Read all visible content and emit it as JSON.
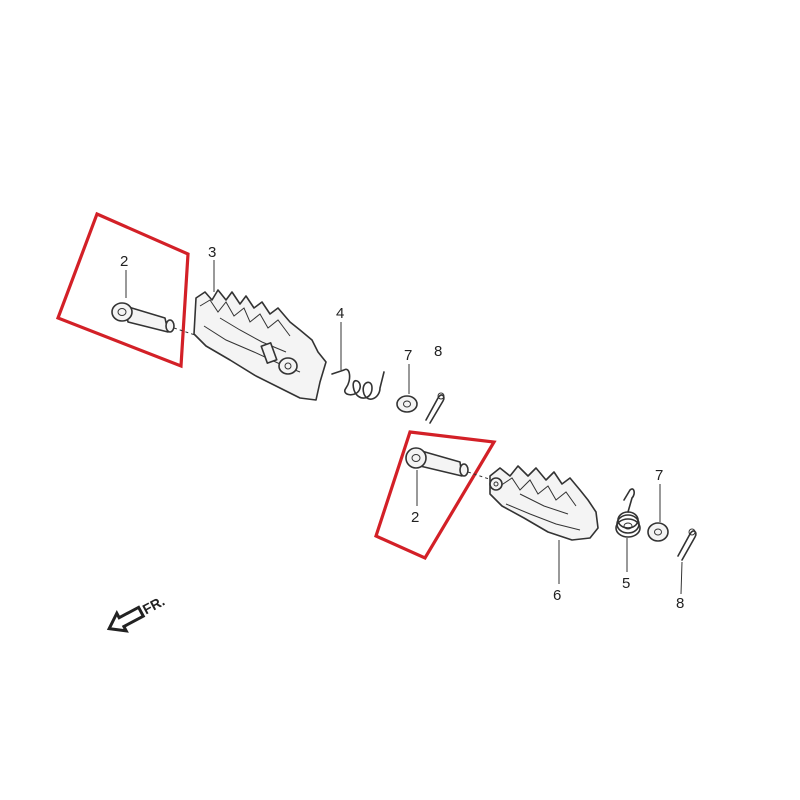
{
  "diagram": {
    "callouts": {
      "pin_upper": "2",
      "peg_upper": "3",
      "spring_upper": "4",
      "washer_upper": "7",
      "cotter_upper": "8",
      "pin_lower": "2",
      "washer_lower": "7",
      "spring_lower": "5",
      "peg_lower": "6",
      "cotter_lower": "8"
    },
    "direction_marker": "FR.",
    "colors": {
      "highlight": "#d32027",
      "line": "#333333"
    }
  }
}
